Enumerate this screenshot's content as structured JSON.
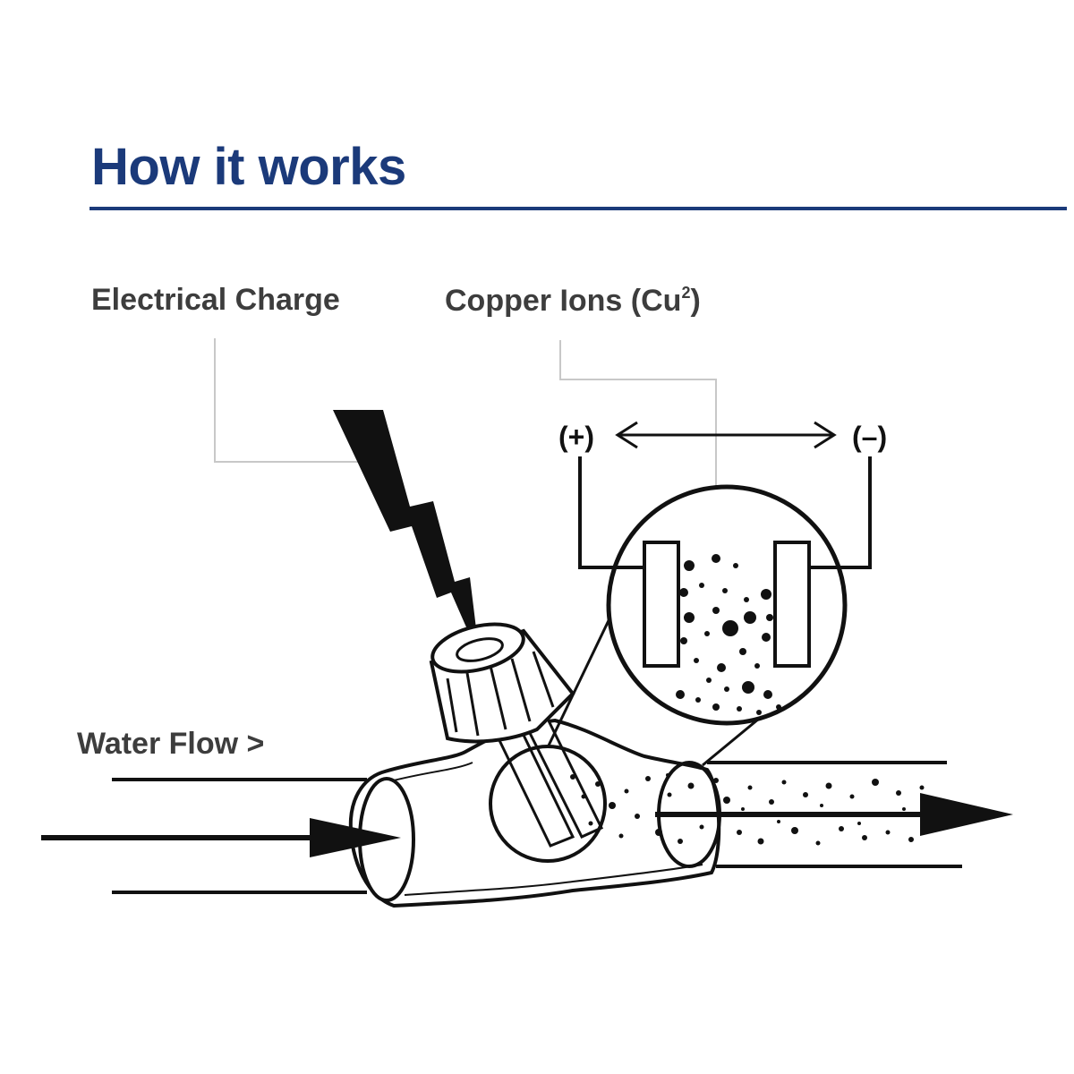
{
  "title": "How it works",
  "labels": {
    "electrical_charge": "Electrical Charge",
    "copper_ions": "Copper Ions (Cu",
    "copper_ions_superscript": "2",
    "copper_ions_close": ")",
    "water_flow": "Water Flow >",
    "positive": "(+)",
    "negative": "(–)"
  },
  "colors": {
    "heading": "#1b3a7a",
    "rule": "#1b3a7a",
    "label_text": "#3d3d3d",
    "leader_line": "#c8c8c8",
    "ink": "#111111"
  }
}
